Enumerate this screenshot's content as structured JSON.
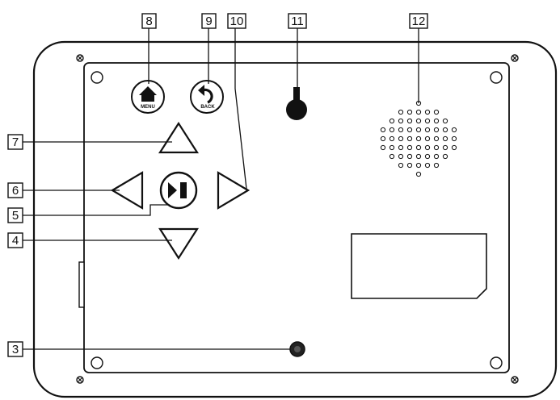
{
  "colors": {
    "stroke": "#111111",
    "fill": "#ffffff",
    "dark": "#222222"
  },
  "buttons": {
    "menu_label": "MENU",
    "back_label": "BACK"
  },
  "callouts": [
    {
      "id": "c8",
      "label": "8"
    },
    {
      "id": "c9",
      "label": "9"
    },
    {
      "id": "c10",
      "label": "10"
    },
    {
      "id": "c11",
      "label": "11"
    },
    {
      "id": "c12",
      "label": "12"
    },
    {
      "id": "c7",
      "label": "7"
    },
    {
      "id": "c6",
      "label": "6"
    },
    {
      "id": "c5",
      "label": "5"
    },
    {
      "id": "c4",
      "label": "4"
    },
    {
      "id": "c3",
      "label": "3"
    }
  ]
}
